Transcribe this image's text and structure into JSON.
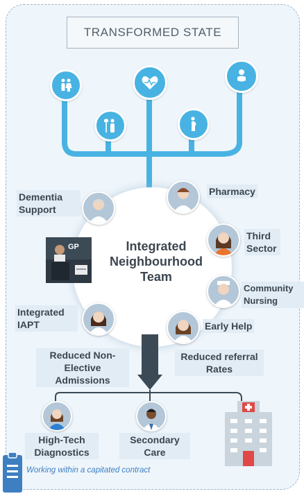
{
  "header": {
    "title": "TRANSFORMED STATE"
  },
  "team": {
    "gp_label": "GP",
    "name": "Integrated Neighbourhood Team"
  },
  "services": {
    "dementia_support": "Dementia Support",
    "pharmacy": "Pharmacy",
    "third_sector": "Third Sector",
    "community_nursing": "Community Nursing",
    "integrated_iapt": "Integrated IAPT",
    "early_help": "Early Help"
  },
  "outcomes": {
    "reduced_non_elective": "Reduced Non-Elective Admissions",
    "reduced_referral": "Reduced referral Rates"
  },
  "secondary": {
    "high_tech": "High-Tech Diagnostics",
    "secondary_care": "Secondary Care"
  },
  "footer": {
    "text": "Working within a capitated contract"
  },
  "colors": {
    "tree_blue": "#48b3e2",
    "panel_bg": "#eef5fb",
    "stem_dark": "#3c4a56"
  },
  "icons": [
    "family-icon",
    "patient-iv-icon",
    "heart-icon",
    "pregnant-woman-icon",
    "baby-icon",
    "clipboard-icon",
    "hospital-icon",
    "gp-desk-icon"
  ]
}
